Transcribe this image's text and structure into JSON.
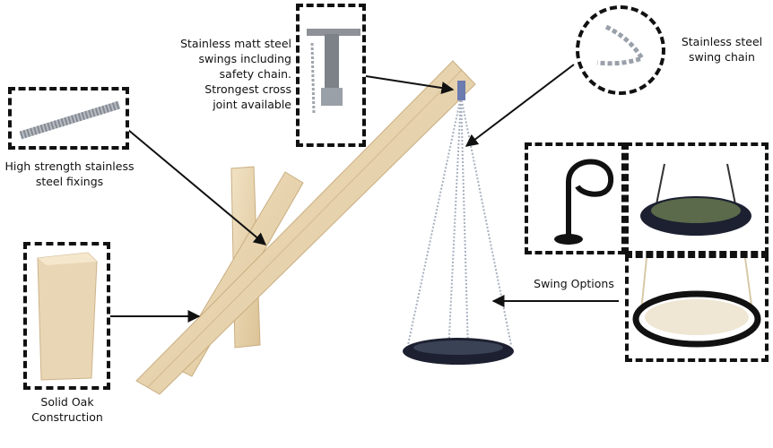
{
  "labels": {
    "cross_joint": [
      "Stainless matt steel",
      "swings including",
      "safety chain.",
      "Strongest cross",
      "joint available"
    ],
    "swing_chain": [
      "Stainless steel",
      "swing chain"
    ],
    "fixings": [
      "High strength stainless",
      "steel fixings"
    ],
    "oak": [
      "Solid Oak",
      "Construction"
    ],
    "swing_options": "Swing Options"
  },
  "colors": {
    "outline": "#111111",
    "oak_wood": "#e9d6b4",
    "oak_shadow": "#cdb48a",
    "chain": "#9aa0aa",
    "nest_seat": "#1c2030",
    "steel": "#8e9298"
  }
}
